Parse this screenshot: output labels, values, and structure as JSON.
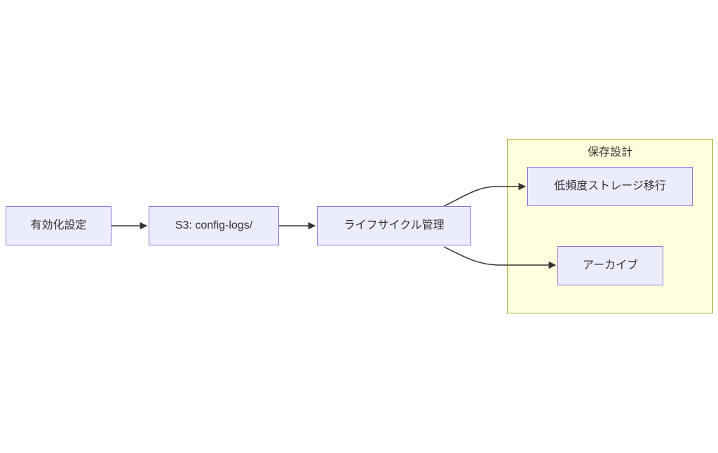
{
  "diagram": {
    "type": "flowchart",
    "direction": "LR",
    "nodes": [
      {
        "label": "有効化設定"
      },
      {
        "label": "S3: config-logs/"
      },
      {
        "label": "ライフサイクル管理"
      },
      {
        "label": "低頻度ストレージ移行"
      },
      {
        "label": "アーカイブ"
      }
    ],
    "cluster": {
      "label": "保存設計",
      "children": [
        3,
        4
      ]
    },
    "edges": [
      {
        "from": 0,
        "to": 1
      },
      {
        "from": 1,
        "to": 2
      },
      {
        "from": 2,
        "to": 3
      },
      {
        "from": 2,
        "to": 4
      }
    ],
    "colors": {
      "node_fill": "#ECECFF",
      "node_border": "#9370DB",
      "cluster_fill": "#FFFFDE",
      "cluster_border": "#AAAA33",
      "edge": "#333333",
      "text": "#333333",
      "background": "#FFFFFF"
    }
  }
}
